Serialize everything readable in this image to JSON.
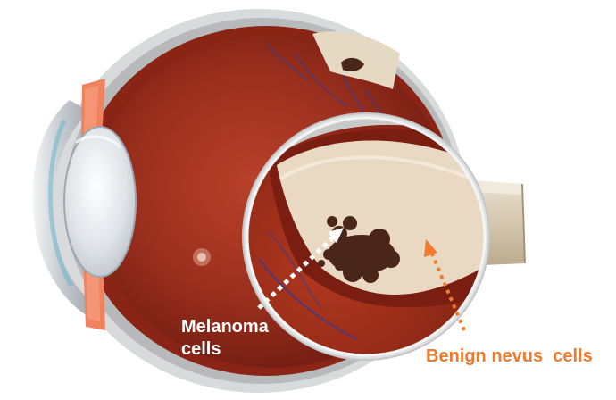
{
  "labels": {
    "melanoma_line1": "Melanoma",
    "melanoma_line2": "cells",
    "benign_nevus": "Benign nevus  cells"
  },
  "colors": {
    "retina": "#8e2416",
    "choroid_tissue": "#e9dcc8",
    "lesion": "#4a261a",
    "iris": "#f0835e",
    "melanoma_arrow": "#ffffff",
    "nevus_arrow": "#ee7b2f",
    "nevus_label": "#ee7b2f",
    "lens": "#d7dde4",
    "sclera": "#dadbdc"
  }
}
